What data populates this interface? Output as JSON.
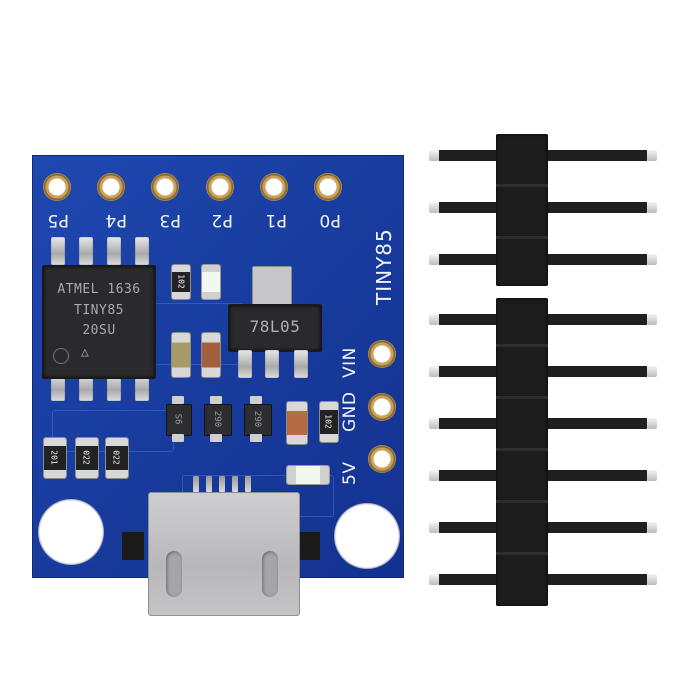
{
  "scene": {
    "subject": "Digispark-style ATtiny85 USB development board with loose pin headers",
    "background_color": "#ffffff",
    "pcb_color": "#1f48b0"
  },
  "board": {
    "name_label": "TINY85",
    "top_pins": [
      "P5",
      "P4",
      "P3",
      "P2",
      "P1",
      "P0"
    ],
    "side_pins": [
      "VIN",
      "GND",
      "5V"
    ],
    "mcu": {
      "line1": "ATMEL 1636",
      "line2": "TINY85",
      "line3": "20SU",
      "mark": "△"
    },
    "regulator": {
      "label": "78L05"
    },
    "resistor_codes": {
      "r_top": "102",
      "r_right": "102",
      "r_bottom_1": "201",
      "r_bottom_2": "022",
      "r_bottom_3": "022"
    },
    "diode_codes": {
      "d1": "S6",
      "d2": "290",
      "d3": "290"
    },
    "usb_connector": "micro-USB"
  },
  "headers": {
    "strip_1_pin_count": 3,
    "strip_2_pin_count": 6
  }
}
